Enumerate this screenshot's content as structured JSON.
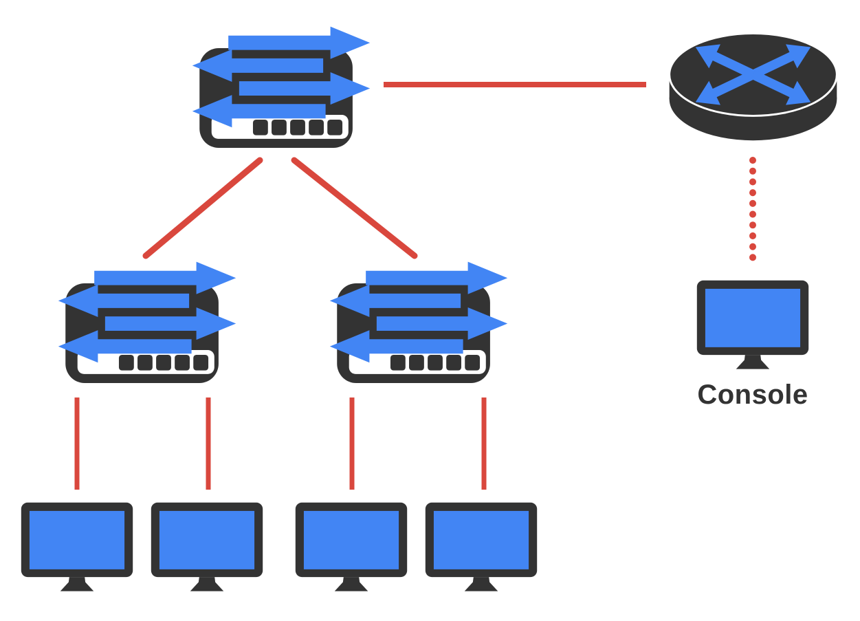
{
  "page": {
    "background": "#ffffff"
  },
  "palette": {
    "accent_blue": "#4285F4",
    "device_dark": "#333333",
    "link_red": "#D9473D"
  },
  "diagram": {
    "type": "network-topology",
    "console_label": "Console",
    "nodes": [
      {
        "id": "core-switch",
        "type": "switch",
        "icon": "switch-icon"
      },
      {
        "id": "router",
        "type": "router",
        "icon": "router-icon"
      },
      {
        "id": "access-switch-left",
        "type": "switch",
        "icon": "switch-icon"
      },
      {
        "id": "access-switch-right",
        "type": "switch",
        "icon": "switch-icon"
      },
      {
        "id": "workstation-1",
        "type": "monitor",
        "icon": "monitor-icon"
      },
      {
        "id": "workstation-2",
        "type": "monitor",
        "icon": "monitor-icon"
      },
      {
        "id": "workstation-3",
        "type": "monitor",
        "icon": "monitor-icon"
      },
      {
        "id": "workstation-4",
        "type": "monitor",
        "icon": "monitor-icon"
      },
      {
        "id": "console",
        "type": "monitor",
        "icon": "monitor-icon",
        "label": "Console"
      }
    ],
    "links": [
      {
        "from": "core-switch",
        "to": "router",
        "style": "solid"
      },
      {
        "from": "core-switch",
        "to": "access-switch-left",
        "style": "solid"
      },
      {
        "from": "core-switch",
        "to": "access-switch-right",
        "style": "solid"
      },
      {
        "from": "access-switch-left",
        "to": "workstation-1",
        "style": "solid"
      },
      {
        "from": "access-switch-left",
        "to": "workstation-2",
        "style": "solid"
      },
      {
        "from": "access-switch-right",
        "to": "workstation-3",
        "style": "solid"
      },
      {
        "from": "access-switch-right",
        "to": "workstation-4",
        "style": "solid"
      },
      {
        "from": "router",
        "to": "console",
        "style": "dotted"
      }
    ]
  }
}
